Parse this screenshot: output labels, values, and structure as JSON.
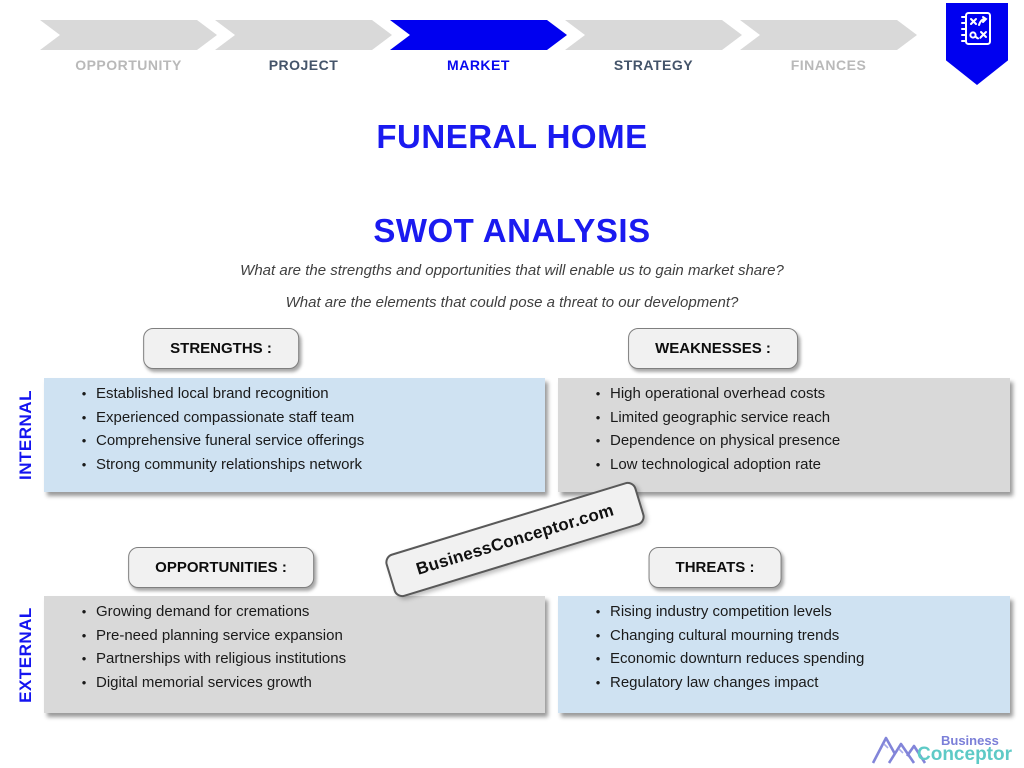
{
  "slide": {
    "title_line1": "FUNERAL HOME",
    "title_line2": "SWOT ANALYSIS",
    "subtitle_line1": "What are the strengths and opportunities that will enable us to gain market share?",
    "subtitle_line2": "What are the elements that could pose a threat to our development?"
  },
  "process_bar": {
    "steps": [
      {
        "label": "OPPORTUNITY",
        "active": false
      },
      {
        "label": "PROJECT",
        "active": false
      },
      {
        "label": "MARKET",
        "active": true
      },
      {
        "label": "STRATEGY",
        "active": false
      },
      {
        "label": "FINANCES",
        "active": false
      }
    ]
  },
  "badge": {
    "icon": "strategy-playbook-icon"
  },
  "row_labels": {
    "internal": "INTERNAL",
    "external": "EXTERNAL"
  },
  "quadrants": [
    {
      "id": "strengths",
      "heading": "STRENGTHS :",
      "box_style": "blue",
      "items": [
        "Established local brand recognition",
        "Experienced compassionate staff team",
        "Comprehensive funeral service offerings",
        "Strong community relationships network"
      ]
    },
    {
      "id": "weaknesses",
      "heading": "WEAKNESSES :",
      "box_style": "gray",
      "items": [
        "High operational overhead costs",
        "Limited geographic service reach",
        "Dependence on physical presence",
        "Low technological adoption rate"
      ]
    },
    {
      "id": "opportunities",
      "heading": "OPPORTUNITIES :",
      "box_style": "gray",
      "items": [
        "Growing demand for cremations",
        "Pre-need planning service expansion",
        "Partnerships with religious institutions",
        "Digital memorial services growth"
      ]
    },
    {
      "id": "threats",
      "heading": "THREATS :",
      "box_style": "blue",
      "items": [
        "Rising industry competition levels",
        "Changing cultural mourning trends",
        "Economic downturn reduces spending",
        "Regulatory law changes impact"
      ]
    }
  ],
  "bullet_glyph": "•",
  "watermark": {
    "text": "BusinessConceptor.com"
  },
  "footer_logo": {
    "line1": "Business",
    "line2": "Conceptor"
  },
  "colors": {
    "accent_blue": "#0000f0",
    "title_blue": "#1a1af0",
    "box_blue": "#cfe2f2",
    "box_gray": "#d9d9d9",
    "chevron_gray": "#d9d9d9",
    "step_text_dark": "#44546a",
    "step_text_light": "#b9b9b9",
    "logo_purple": "#7b7fd8",
    "logo_teal": "#5ecac6"
  }
}
